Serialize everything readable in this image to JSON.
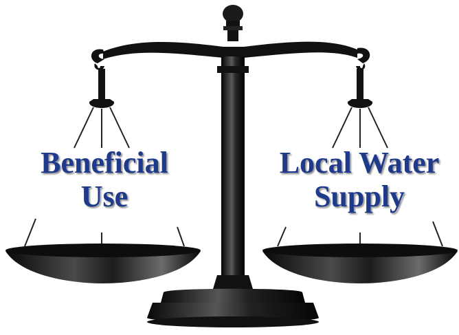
{
  "left_pan": {
    "lines": [
      "Beneficial",
      "Use"
    ]
  },
  "right_pan": {
    "lines": [
      "Local Water",
      "Supply"
    ]
  },
  "colors": {
    "label_text": "#1f3a8a",
    "scale_metal": "#1a1a1a",
    "background": "#ffffff"
  },
  "icon": "balance-scale-icon"
}
